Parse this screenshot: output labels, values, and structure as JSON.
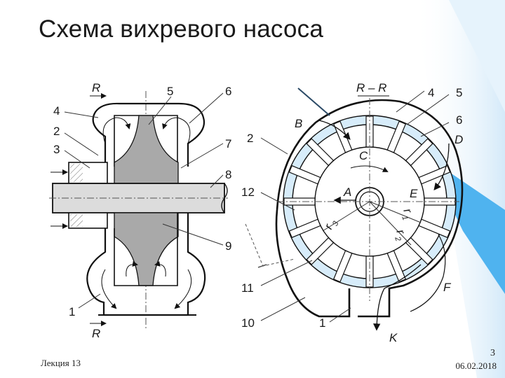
{
  "slide": {
    "title": "Схема вихревого насоса",
    "footer_left": "Лекция 13",
    "page_number": "3",
    "date": "06.02.2018"
  },
  "colors": {
    "accent_blue": "#4fb3ef",
    "light_blue": "#d7ecfa",
    "gray_fill": "#a9a9a9",
    "light_gray": "#dcdcdc",
    "outline": "#111111"
  },
  "left_view": {
    "labels": {
      "r_top": "R",
      "r_bottom": "R",
      "n1": "1",
      "n2": "2",
      "n3": "3",
      "n4": "4",
      "n5": "5",
      "n6": "6",
      "n7": "7",
      "n8": "8",
      "n9": "9"
    }
  },
  "right_view": {
    "labels": {
      "section": "R – R",
      "B": "B",
      "C": "C",
      "A": "A",
      "E": "E",
      "D": "D",
      "F": "F",
      "K": "K",
      "r1": "r",
      "r1_sub": "1",
      "r2": "r",
      "r2_sub": "2",
      "r3": "r",
      "r3_sub": "3",
      "n1": "1",
      "n2": "2",
      "n4": "4",
      "n5": "5",
      "n6": "6",
      "n10": "10",
      "n11": "11",
      "n12": "12"
    }
  }
}
